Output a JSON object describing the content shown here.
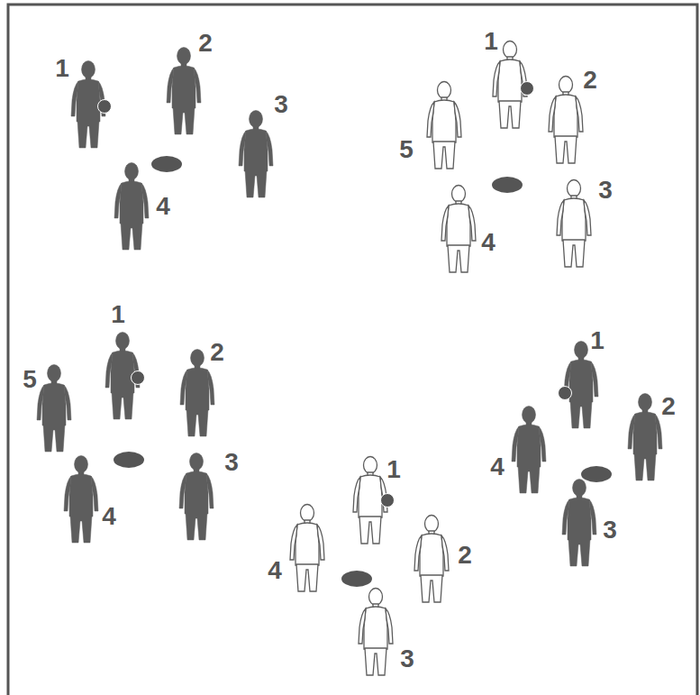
{
  "diagram": {
    "labels": [
      "1",
      "2",
      "3",
      "4",
      "1",
      "2",
      "5",
      "3",
      "4",
      "1",
      "2",
      "5",
      "3",
      "4",
      "1",
      "2",
      "4",
      "3",
      "1",
      "2",
      "4",
      "3"
    ]
  }
}
